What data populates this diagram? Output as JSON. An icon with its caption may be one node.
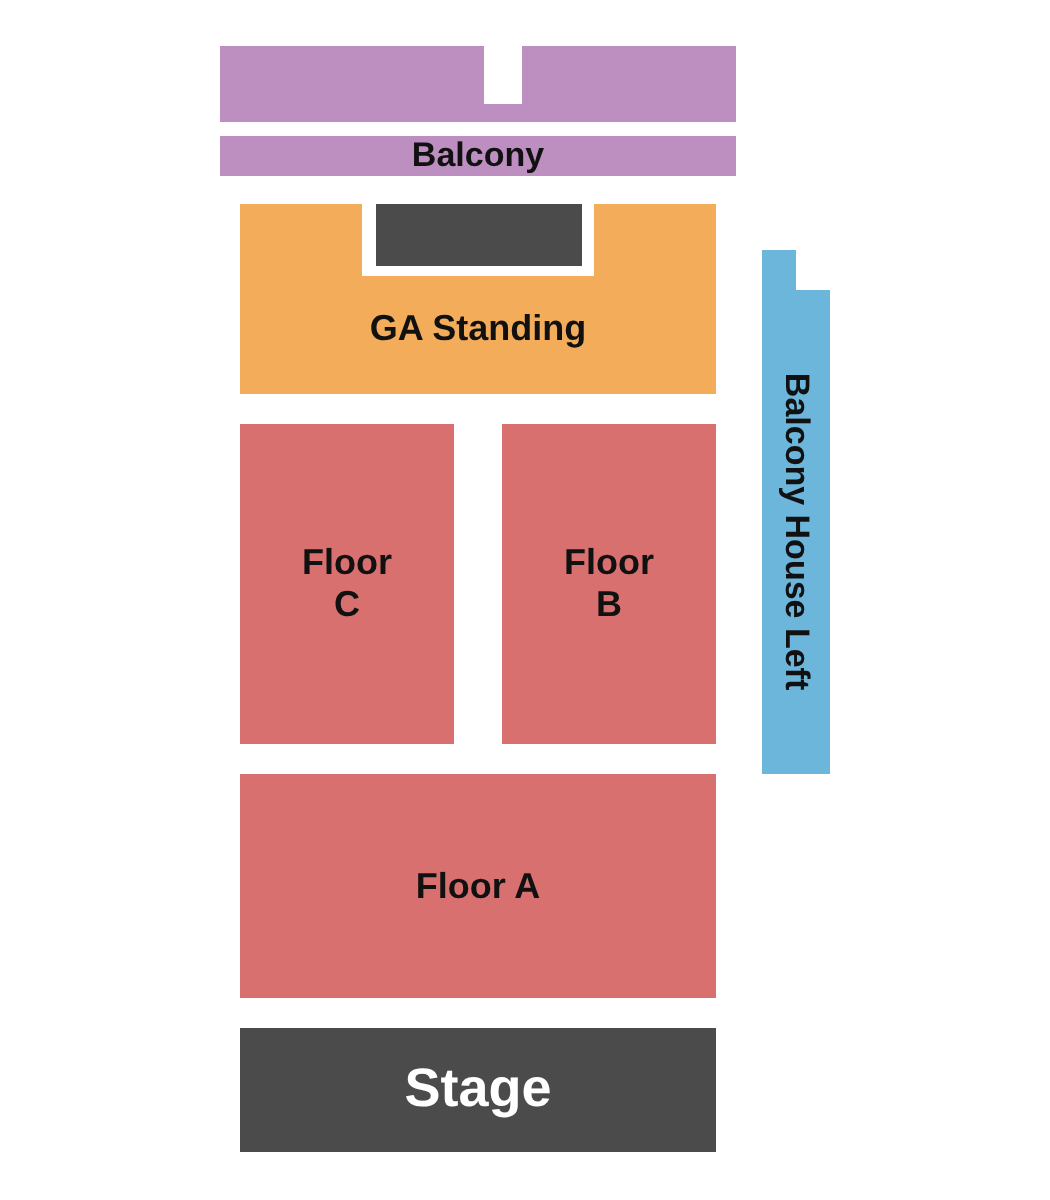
{
  "diagram": {
    "nodes": [
      {
        "text": [],
        "shape": "box"
      },
      {
        "text": [
          "Balcony"
        ]
      },
      {
        "text": [
          "GA Standing"
        ]
      },
      {
        "text": [],
        "shape": "box",
        "in": 2
      },
      {
        "text": [
          "Floor C"
        ]
      },
      {
        "text": [
          "Floor B"
        ]
      },
      {
        "text": [
          "Balcony House Left"
        ]
      },
      {
        "text": [
          "Floor A"
        ]
      },
      {
        "text": [
          "Stage"
        ]
      }
    ]
  }
}
